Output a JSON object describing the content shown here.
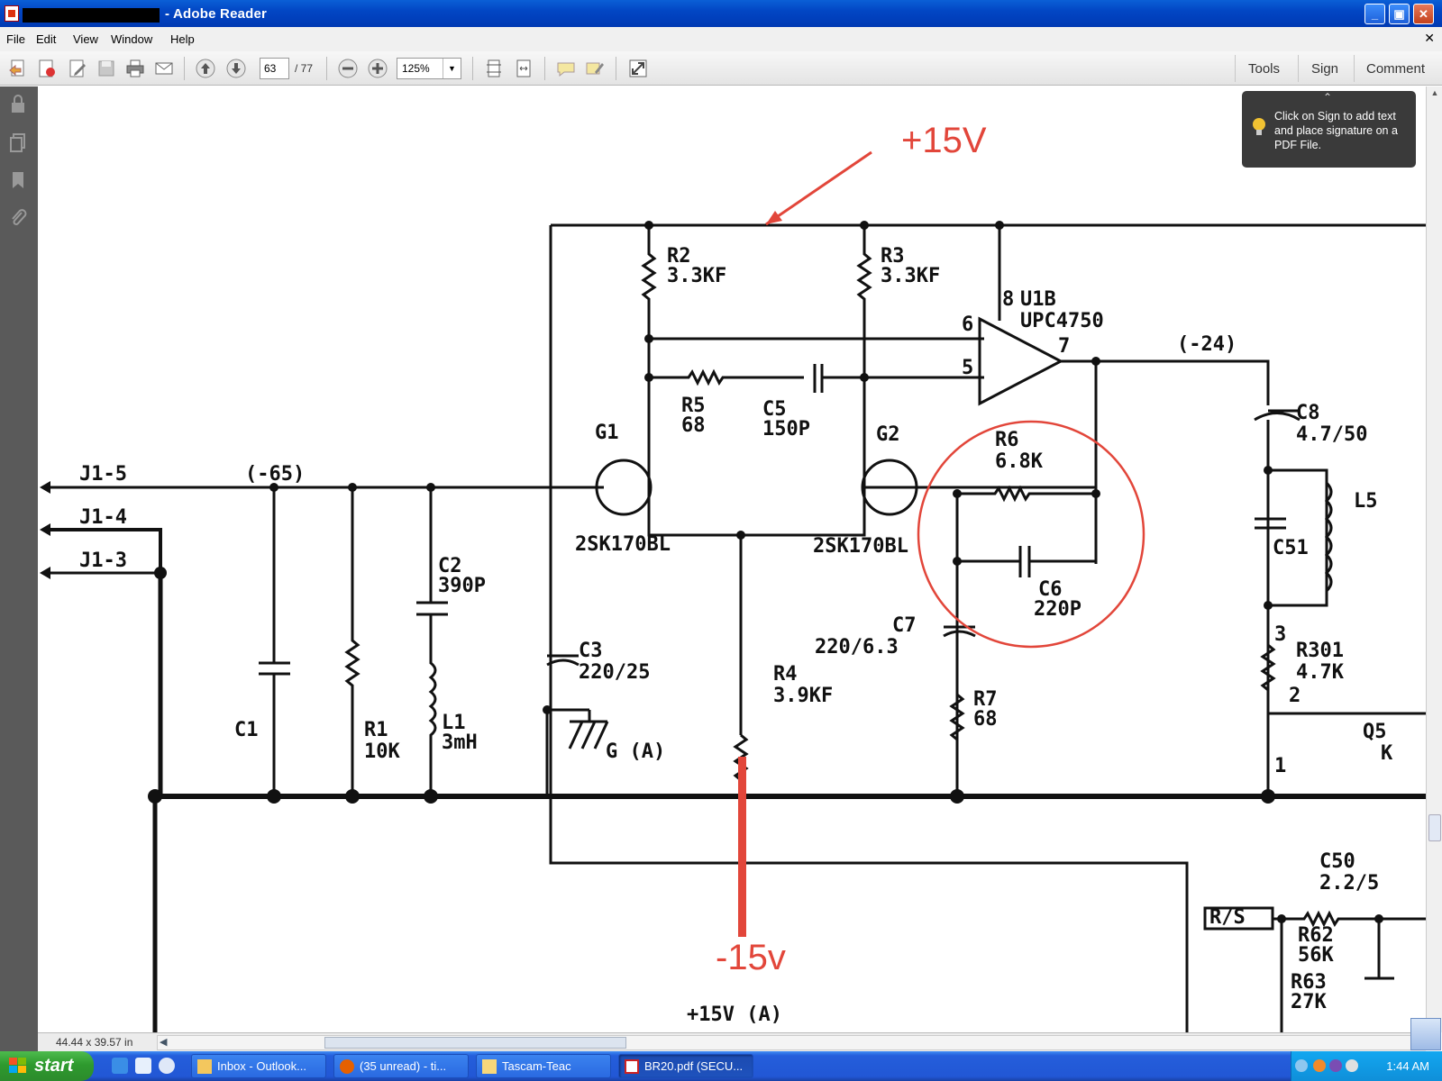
{
  "window": {
    "title": "- Adobe Reader"
  },
  "menu": [
    "File",
    "Edit",
    "View",
    "Window",
    "Help"
  ],
  "toolbar": {
    "page_current": "63",
    "page_total": "/ 77",
    "zoom": "125%",
    "tools_label": "Tools",
    "sign_label": "Sign",
    "comment_label": "Comment"
  },
  "tooltip": {
    "text": "Click on Sign to add text and place signature on a PDF File."
  },
  "statusbar": {
    "page_size": "44.44 x 39.57 in"
  },
  "schematic": {
    "annotations": {
      "plus15": "+15V",
      "minus15": "-15v"
    },
    "labels": {
      "r2": "R2",
      "r2v": "3.3KF",
      "r3": "R3",
      "r3v": "3.3KF",
      "u1b_pin8": "8",
      "u1b": "U1B",
      "u1b_part": "UPC4750",
      "pin6": "6",
      "pin5": "5",
      "pin7": "7",
      "node_24": "(-24)",
      "r5": "R5",
      "r5v": "68",
      "c5": "C5",
      "c5v": "150P",
      "g1": "G1",
      "g2": "G2",
      "q1part": "2SK170BL",
      "q2part": "2SK170BL",
      "r6": "R6",
      "r6v": "6.8K",
      "c6": "C6",
      "c6v": "220P",
      "c7": "C7",
      "c7v": "220/6.3",
      "r7": "R7",
      "r7v": "68",
      "c8": "C8",
      "c8v": "4.7/50",
      "l5": "L5",
      "c51": "C51",
      "r301": "R301",
      "r301v": "4.7K",
      "pin3": "3",
      "pin2": "2",
      "pin1": "1",
      "q5": "Q5",
      "q5k": "K",
      "j15": "J1-5",
      "j14": "J1-4",
      "j13": "J1-3",
      "node_65": "(-65)",
      "c2": "C2",
      "c2v": "390P",
      "c3": "C3",
      "c3v": "220/25",
      "c1": "C1",
      "r1": "R1",
      "r1v": "10K",
      "l1": "L1",
      "l1v": "3mH",
      "ga": "G (A)",
      "r4": "R4",
      "r4v": "3.9KF",
      "c50": "C50",
      "c50v": "2.2/5",
      "rs": "R/S",
      "r62": "R62",
      "r62v": "56K",
      "r63": "R63",
      "r63v": "27K",
      "bottom_v": "+15V (A)"
    }
  },
  "taskbar": {
    "start": "start",
    "tasks": [
      "Inbox - Outlook...",
      "(35 unread) - ti...",
      "Tascam-Teac",
      "BR20.pdf (SECU..."
    ],
    "clock": "1:44 AM"
  },
  "colors": {
    "annotation_red": "#e2463a",
    "xp_blue": "#245edb",
    "start_green": "#2e9a2e"
  }
}
